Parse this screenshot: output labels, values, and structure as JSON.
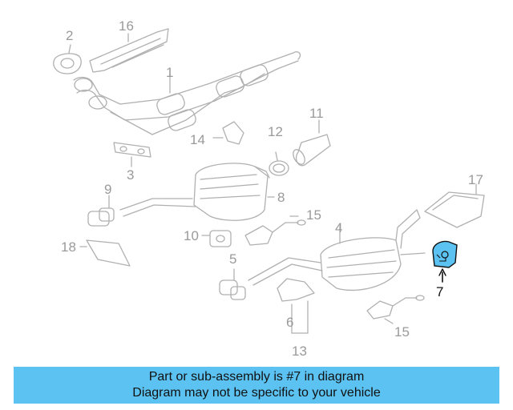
{
  "diagram": {
    "highlight_color": "#5bc2f2",
    "highlighted_part": "7",
    "callouts": [
      "1",
      "2",
      "3",
      "4",
      "5",
      "6",
      "7",
      "8",
      "9",
      "10",
      "11",
      "12",
      "13",
      "14",
      "15",
      "15",
      "16",
      "17",
      "18"
    ]
  },
  "banner": {
    "background": "#5bc2f2",
    "line1": "Part or sub-assembly is #7 in diagram",
    "line2": "Diagram may not be specific to your vehicle"
  }
}
